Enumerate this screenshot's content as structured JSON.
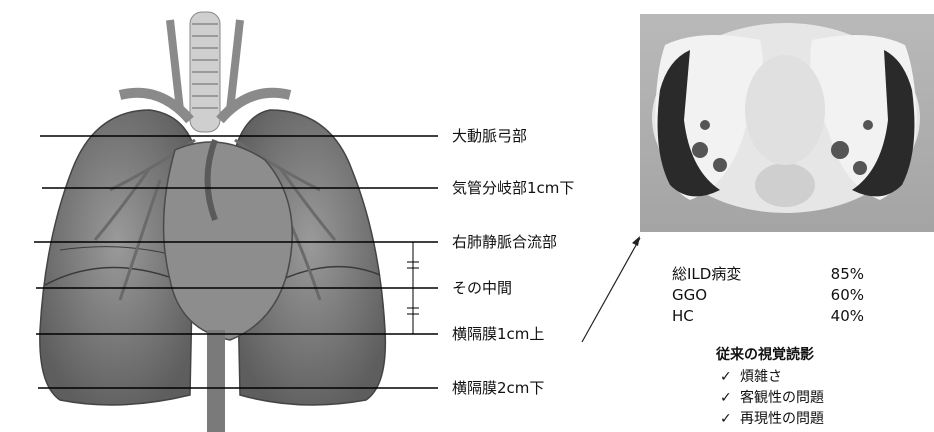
{
  "levels": [
    {
      "label": "大動脈弓部"
    },
    {
      "label": "気管分岐部1cm下"
    },
    {
      "label": "右肺静脈合流部"
    },
    {
      "label": "その中間"
    },
    {
      "label": "横隔膜1cm上"
    },
    {
      "label": "横隔膜2cm下"
    }
  ],
  "stats": [
    {
      "name": "総ILD病変",
      "value": "85%"
    },
    {
      "name": "GGO",
      "value": "60%"
    },
    {
      "name": "HC",
      "value": "40%"
    }
  ],
  "visual_reading": {
    "title": "従来の視覚読影",
    "check_symbol": "✓",
    "items": [
      "煩雑さ",
      "客観性の問題",
      "再現性の問題"
    ]
  }
}
